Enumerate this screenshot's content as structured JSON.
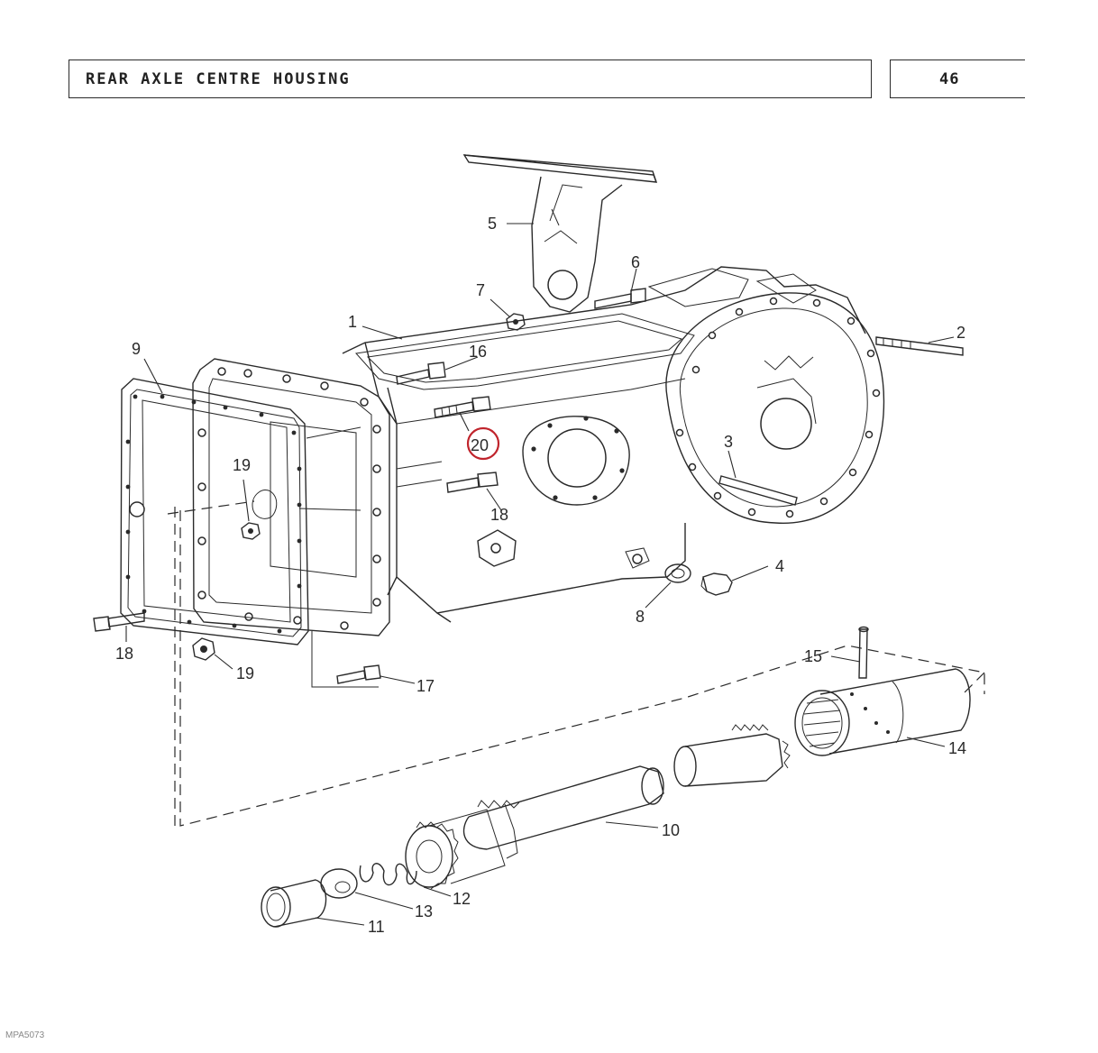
{
  "header": {
    "title": "REAR AXLE CENTRE HOUSING",
    "page_number": "46"
  },
  "footer": {
    "document_code": "MPA5073"
  },
  "diagram": {
    "callouts": [
      "1",
      "2",
      "3",
      "4",
      "5",
      "6",
      "7",
      "8",
      "9",
      "10",
      "11",
      "12",
      "13",
      "14",
      "15",
      "16",
      "17",
      "18",
      "18",
      "19",
      "19",
      "20"
    ],
    "highlighted_callout": "20",
    "highlight_color": "#c0242c",
    "line_color": "#2a2a2a"
  }
}
